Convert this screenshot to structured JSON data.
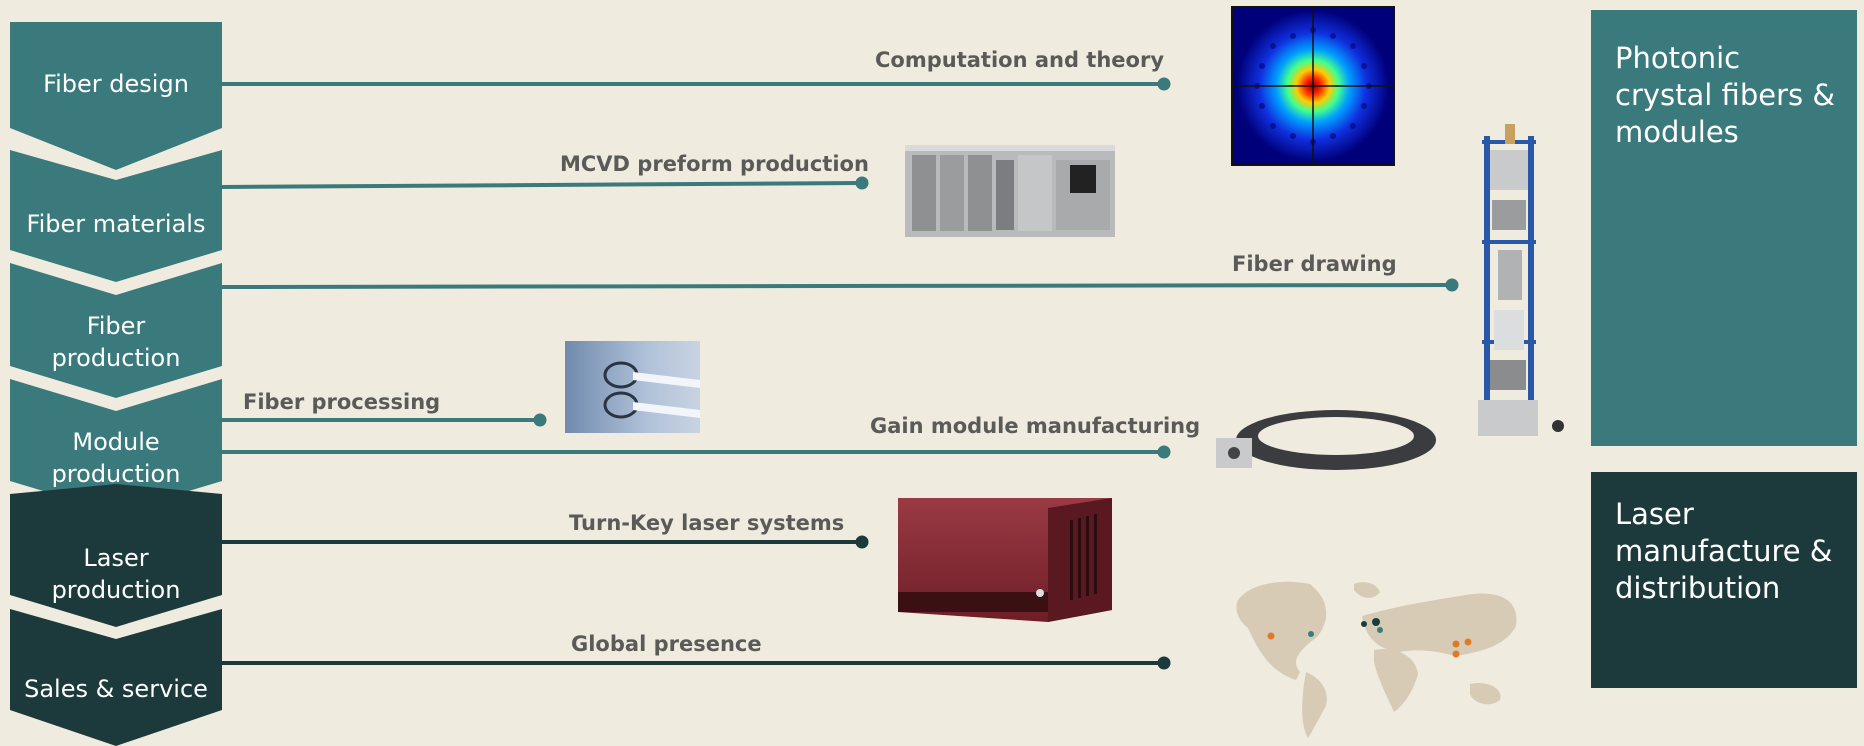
{
  "colors": {
    "teal": "#3a7a7c",
    "dark": "#1c3a3c",
    "background": "#efebdf",
    "label_gray": "#5a5a58"
  },
  "stages": [
    {
      "label": "Fiber design",
      "tone": "teal"
    },
    {
      "label": "Fiber materials",
      "tone": "teal"
    },
    {
      "label": "Fiber\nproduction",
      "tone": "teal"
    },
    {
      "label": "Module\nproduction",
      "tone": "teal"
    },
    {
      "label": "Laser\nproduction",
      "tone": "dark"
    },
    {
      "label": "Sales & service",
      "tone": "dark"
    }
  ],
  "connections": [
    {
      "label": "Computation and theory",
      "tone": "teal",
      "image": "simulation-heatmap"
    },
    {
      "label": "MCVD preform production",
      "tone": "teal",
      "image": "mcvd-machine"
    },
    {
      "label": "Fiber drawing",
      "tone": "teal",
      "image": "draw-tower"
    },
    {
      "label": "Fiber processing",
      "tone": "teal",
      "image": "fiber-endcap-photo"
    },
    {
      "label": "Gain module manufacturing",
      "tone": "teal",
      "image": "gain-module-ring"
    },
    {
      "label": "Turn-Key laser systems",
      "tone": "dark",
      "image": "laser-system-box"
    },
    {
      "label": "Global presence",
      "tone": "dark",
      "image": "world-map"
    }
  ],
  "panels": {
    "photonic": {
      "label": "Photonic crystal fibers & modules",
      "tone": "teal"
    },
    "laser": {
      "label": "Laser manufacture & distribution",
      "tone": "dark"
    }
  }
}
